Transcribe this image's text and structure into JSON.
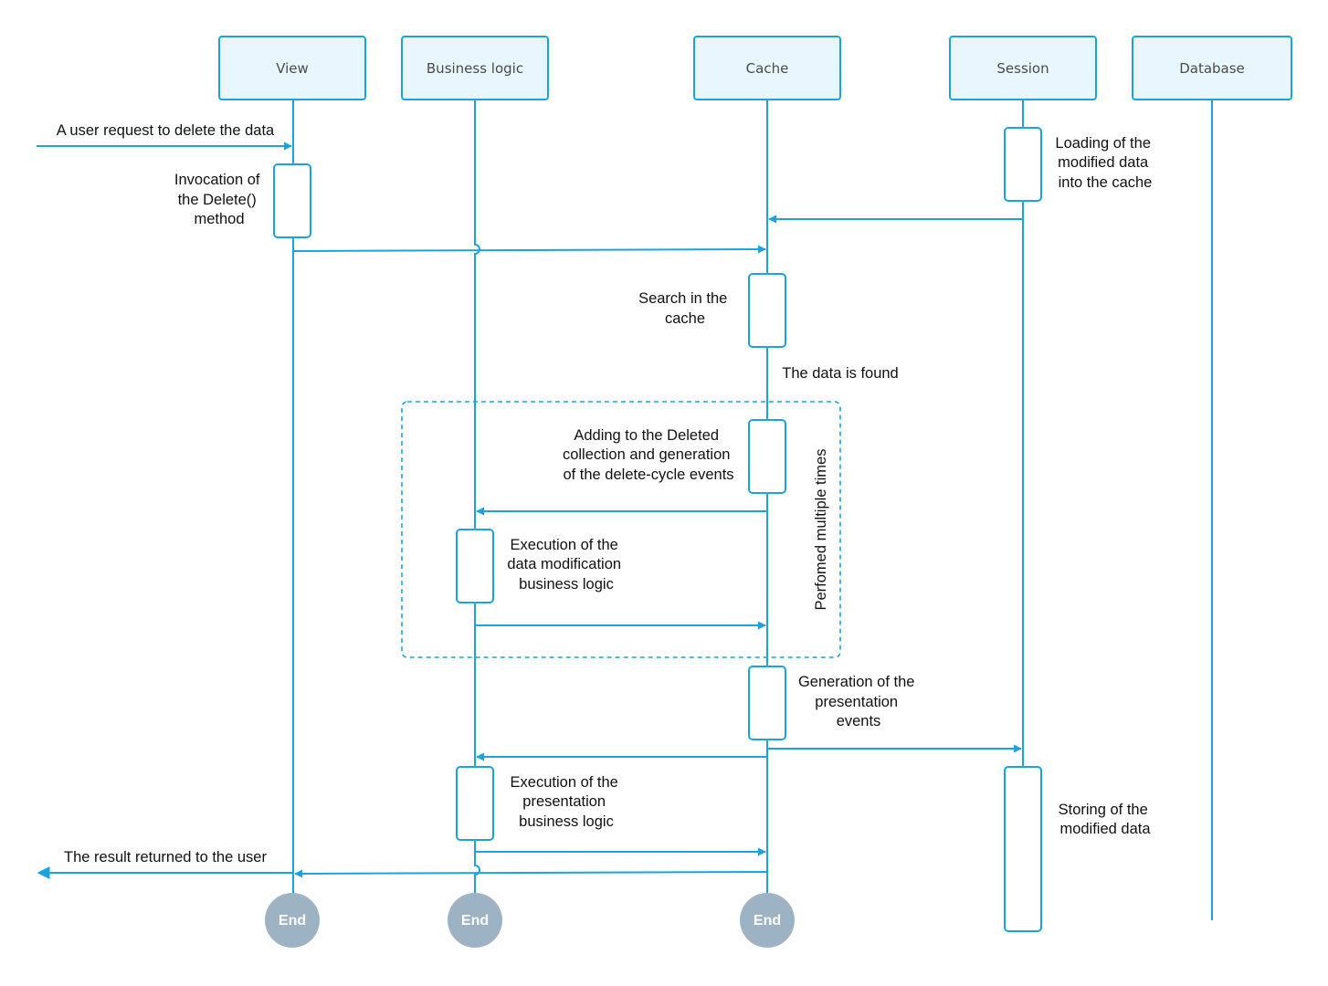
{
  "participants": {
    "view": "View",
    "business_logic": "Business logic",
    "cache": "Cache",
    "session": "Session",
    "database": "Database"
  },
  "messages": {
    "user_request": "A user request to delete the data",
    "invocation": [
      "Invocation of",
      "the Delete()",
      "method"
    ],
    "loading": [
      "Loading of the",
      "modified data",
      "into the cache"
    ],
    "search": [
      "Search in the",
      "cache"
    ],
    "found": "The data is found",
    "adding": [
      "Adding to the Deleted",
      "collection and generation",
      "of the delete-cycle events"
    ],
    "exec_modification": [
      "Execution of the",
      "data modification",
      "business logic"
    ],
    "loop_label": "Perfomed multiple times",
    "generation": [
      "Generation of the",
      "presentation",
      "events"
    ],
    "exec_presentation": [
      "Execution of the",
      "presentation",
      "business logic"
    ],
    "storing": [
      "Storing of the",
      "modified data"
    ],
    "result": "The result returned to the user"
  },
  "end_label": "End",
  "colors": {
    "line": "#1aa3e0",
    "header_fill": "#e8f7fd",
    "end_circle": "#9db3c4"
  }
}
